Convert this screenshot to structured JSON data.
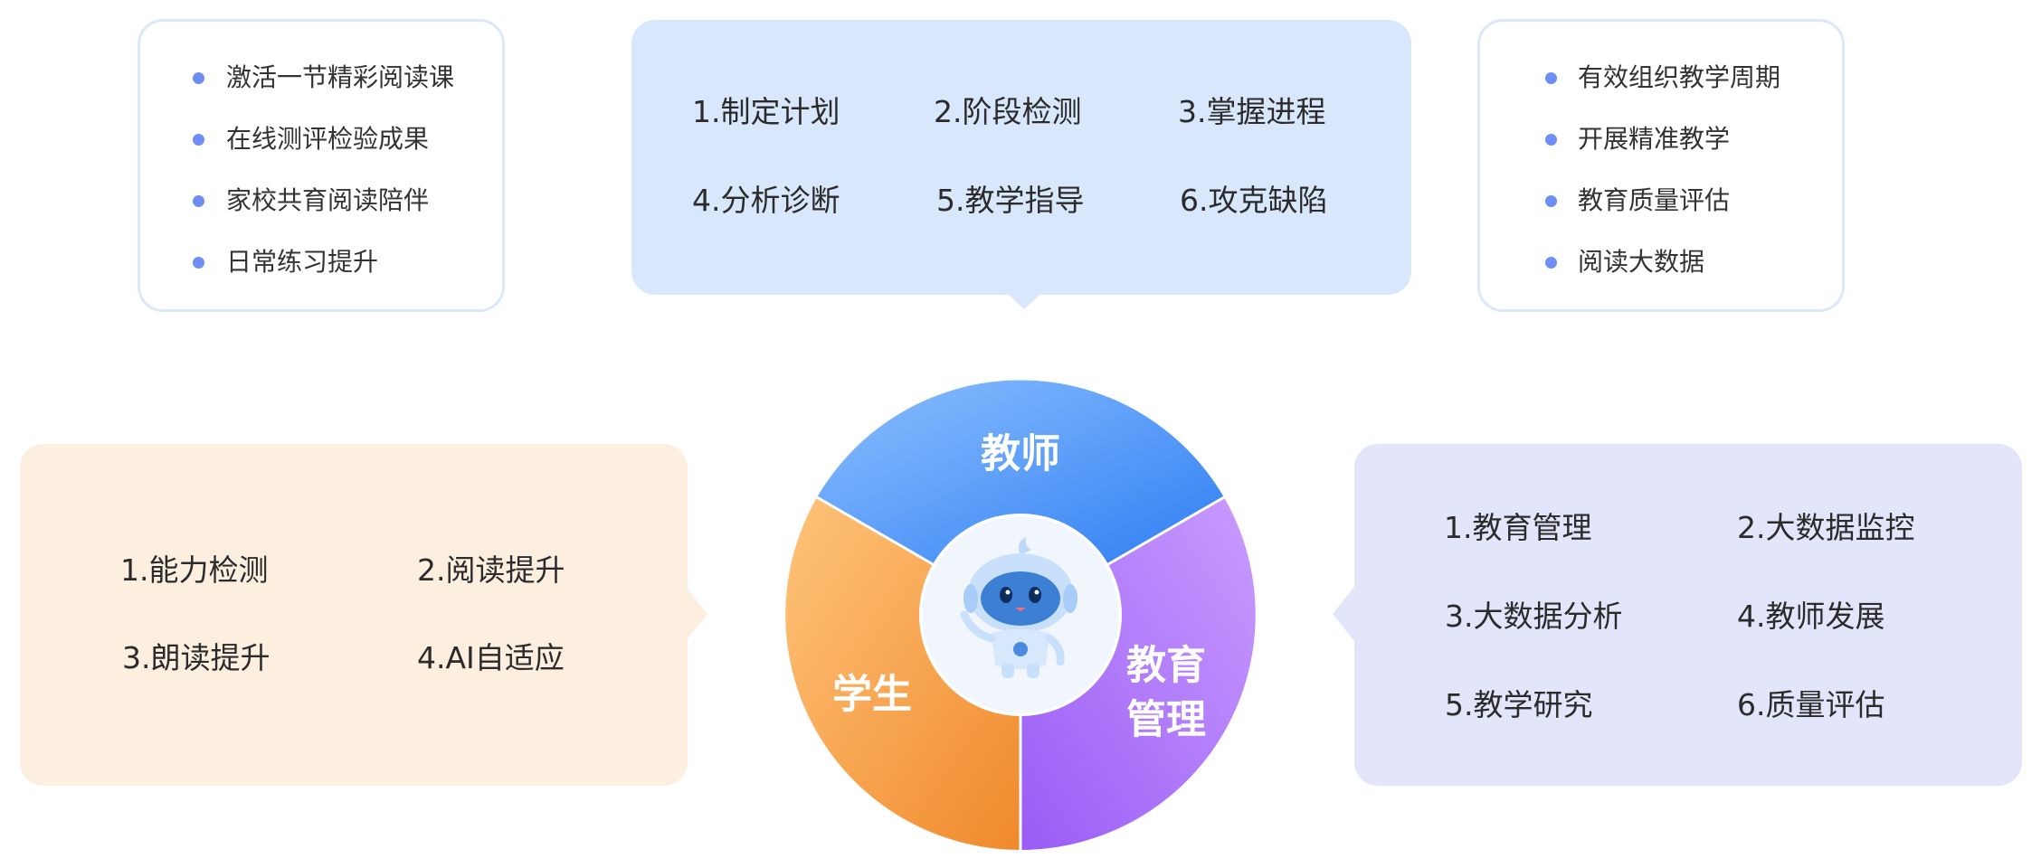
{
  "colors": {
    "teacher_segment": "#3f8df5",
    "management_segment": "#a66ff6",
    "student_segment": "#f59a3c",
    "bullet_dot": "#6e8ef5",
    "teacher_callout_bg": "#d8e7fb",
    "student_callout_bg": "#fcefdf",
    "management_callout_bg": "#e3e5fb",
    "card_border": "#dbe8fb"
  },
  "left_card": {
    "items": [
      "激活一节精彩阅读课",
      "在线测评检验成果",
      "家校共育阅读陪伴",
      "日常练习提升"
    ]
  },
  "right_card": {
    "items": [
      "有效组织教学周期",
      "开展精准教学",
      "教育质量评估",
      "阅读大数据"
    ]
  },
  "teacher_callout": {
    "items": [
      "1.制定计划",
      "2.阶段检测",
      "3.掌握进程",
      "4.分析诊断",
      "5.教学指导",
      "6.攻克缺陷"
    ]
  },
  "student_callout": {
    "items": [
      "1.能力检测",
      "2.阅读提升",
      "3.朗读提升",
      "4.AI自适应"
    ]
  },
  "management_callout": {
    "items": [
      "1.教育管理",
      "2.大数据监控",
      "3.大数据分析",
      "4.教师发展",
      "5.教学研究",
      "6.质量评估"
    ]
  },
  "wheel": {
    "teacher_label": "教师",
    "student_label": "学生",
    "management_label_line1": "教育",
    "management_label_line2": "管理",
    "center_icon": "robot-mascot-icon"
  }
}
